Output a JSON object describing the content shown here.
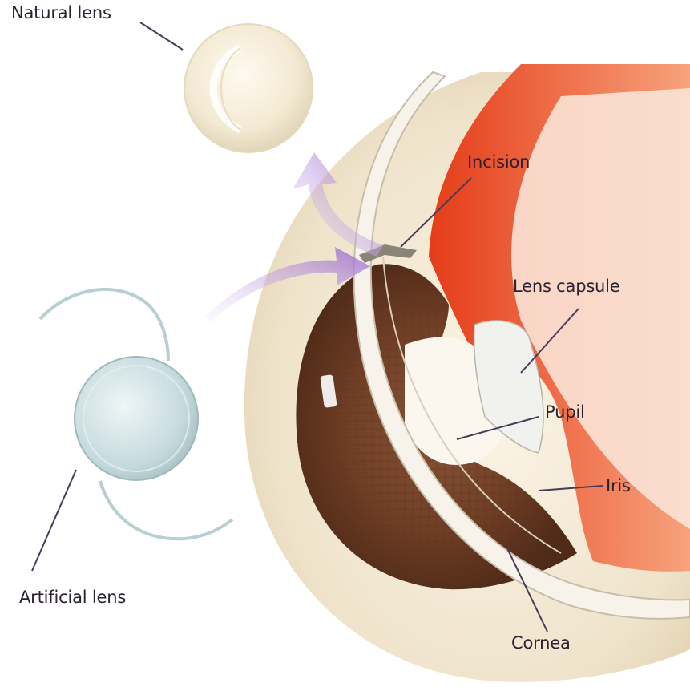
{
  "labels": {
    "natural_lens": "Natural lens",
    "incision": "Incision",
    "lens_capsule": "Lens capsule",
    "pupil": "Pupil",
    "iris": "Iris",
    "cornea": "Cornea",
    "artificial_lens": "Artificial lens"
  },
  "colors": {
    "iris_brown": "#6b3a22",
    "sclera_red": "#e0401e",
    "arrow_purple": "#a070d0",
    "leader_line": "#4a3a5a",
    "natural_lens": "#f4edd9",
    "artificial_lens": "#cfe1e4"
  }
}
